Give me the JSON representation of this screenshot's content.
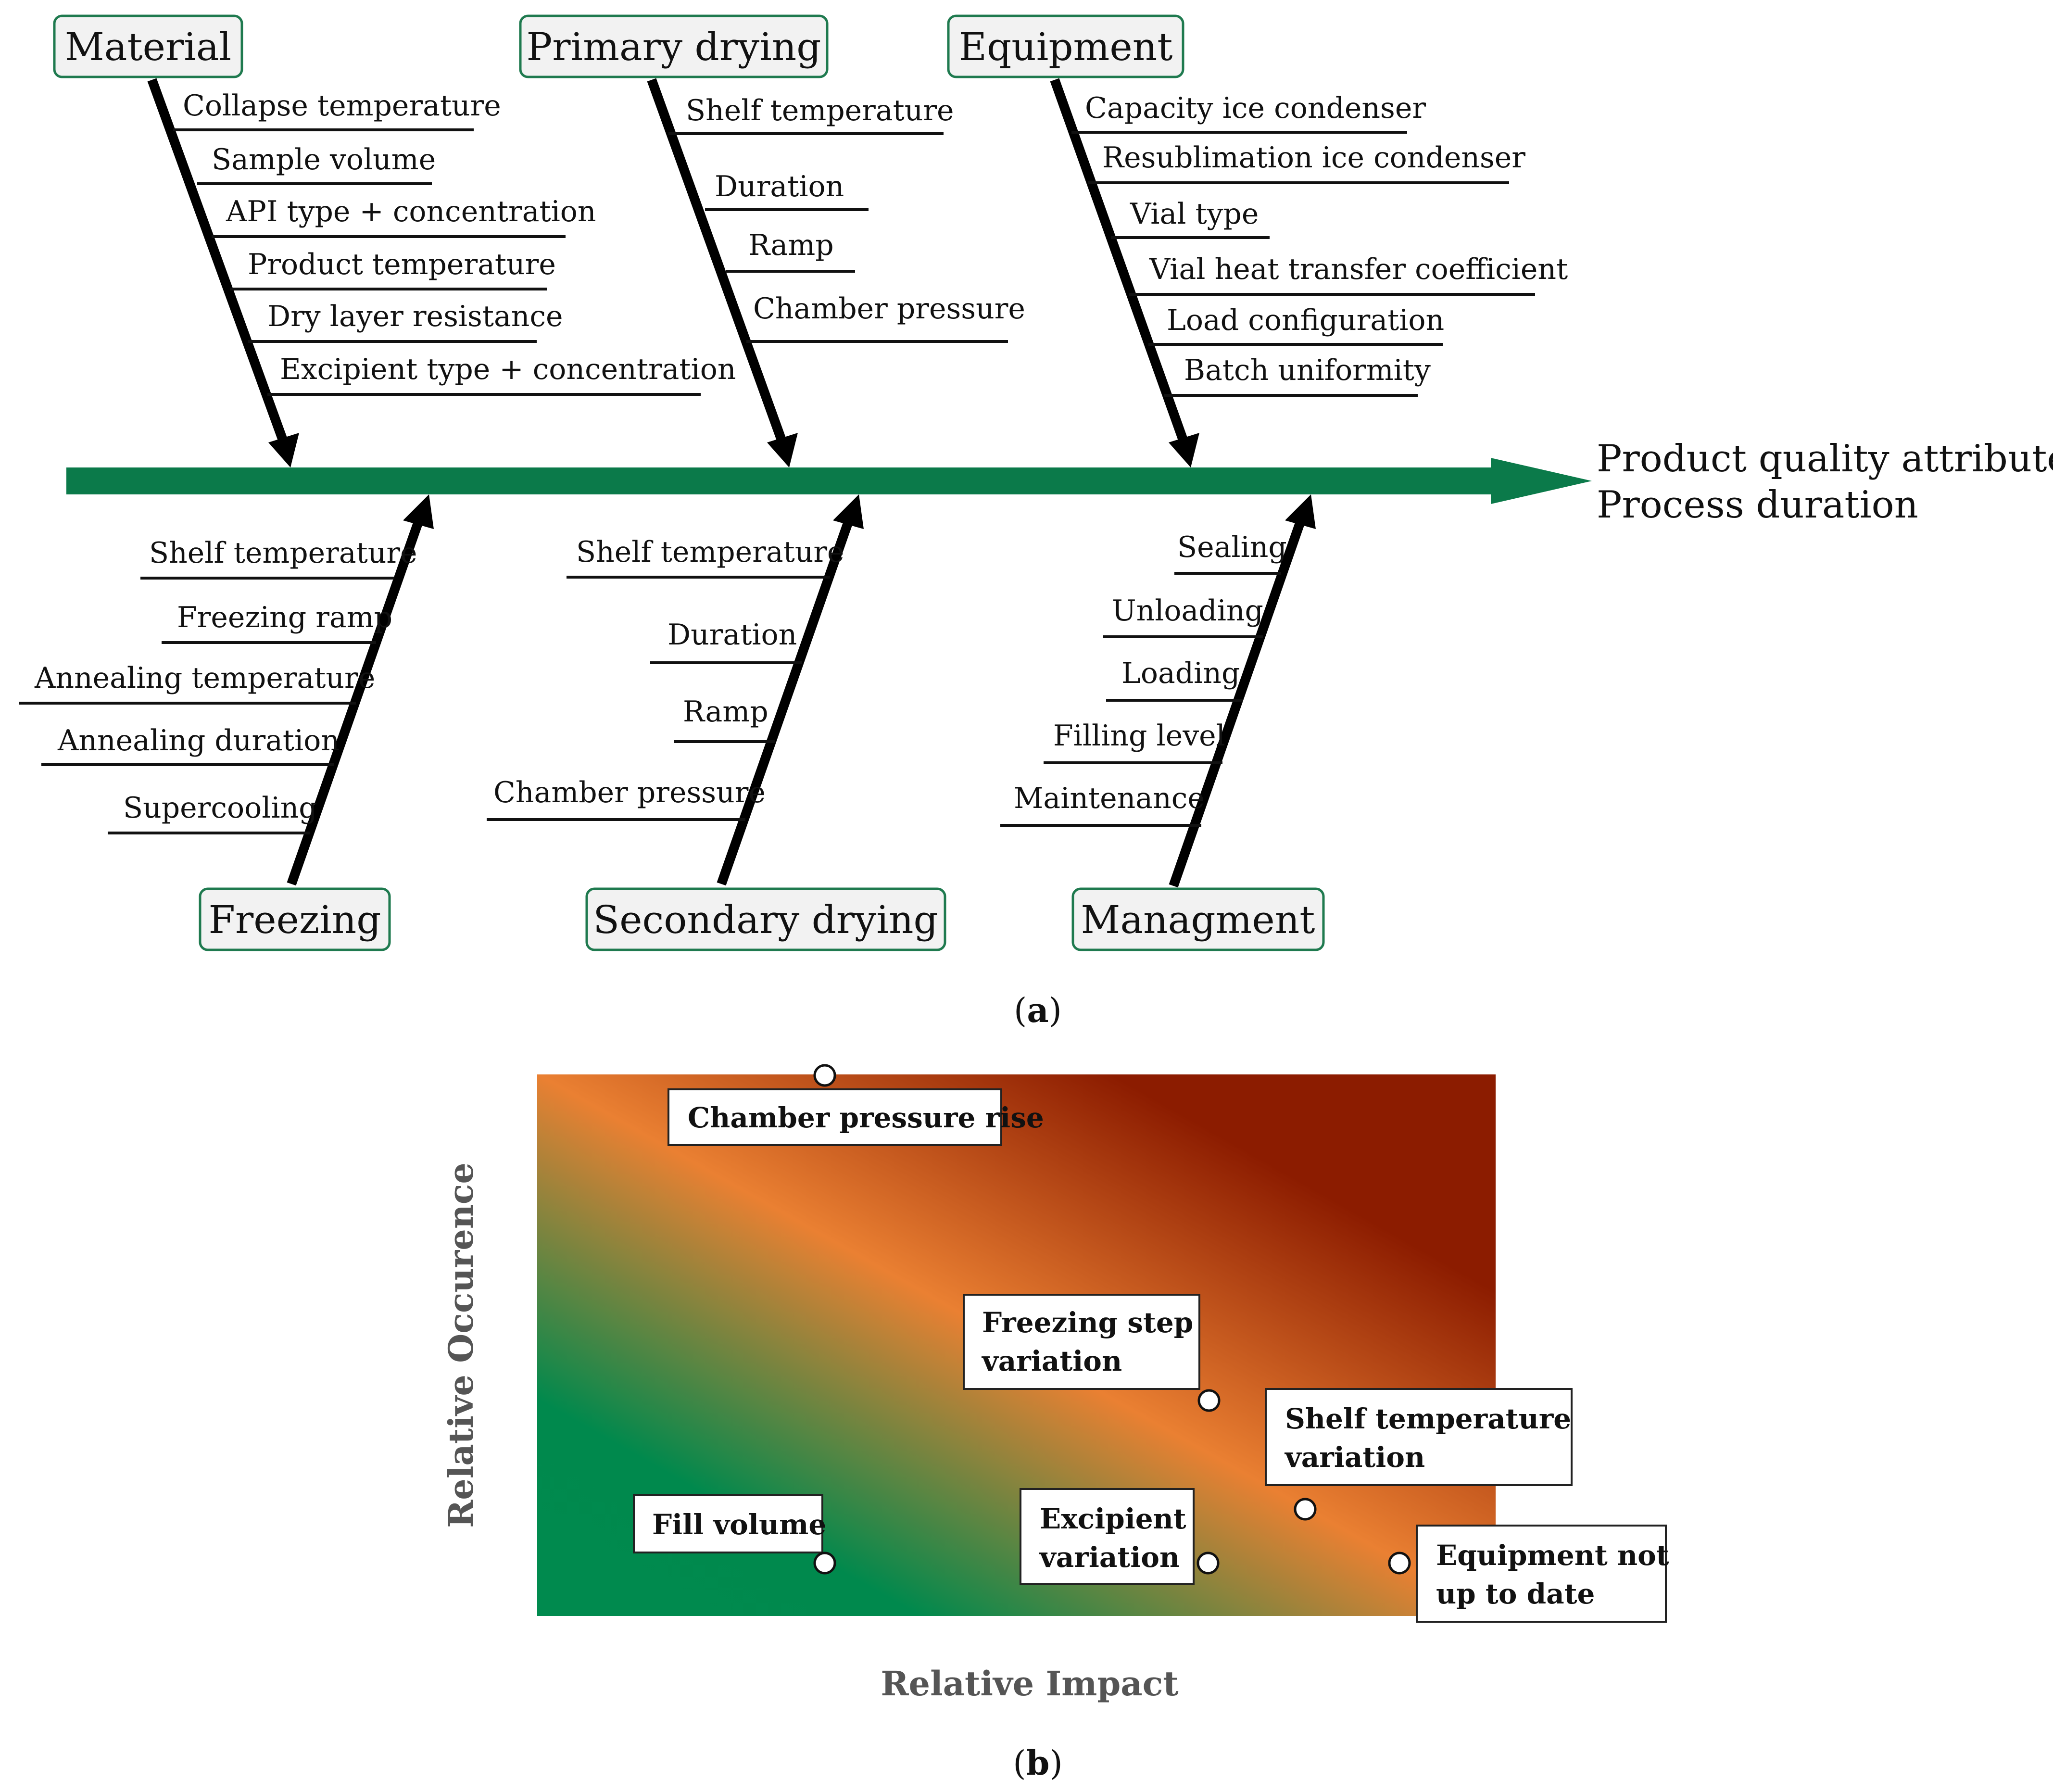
{
  "fishbone": {
    "effect": {
      "line1": "Product quality attributes",
      "line2": "Process duration"
    },
    "categories": {
      "material": {
        "label": "Material",
        "causes": [
          "Collapse temperature",
          "Sample volume",
          "API type + concentration",
          "Product temperature",
          "Dry layer resistance",
          "Excipient type + concentration"
        ]
      },
      "primary_drying": {
        "label": "Primary drying",
        "causes": [
          "Shelf temperature",
          "Duration",
          "Ramp",
          "Chamber pressure"
        ]
      },
      "equipment": {
        "label": "Equipment",
        "causes": [
          "Capacity ice condenser",
          "Resublimation ice condenser",
          "Vial type",
          "Vial heat transfer coefficient",
          "Load configuration",
          "Batch uniformity"
        ]
      },
      "freezing": {
        "label": "Freezing",
        "causes": [
          "Shelf temperature",
          "Freezing ramp",
          "Annealing temperature",
          "Annealing duration",
          "Supercooling"
        ]
      },
      "secondary_drying": {
        "label": "Secondary drying",
        "causes": [
          "Shelf temperature",
          "Duration",
          "Ramp",
          "Chamber pressure"
        ]
      },
      "managment": {
        "label": "Managment",
        "causes": [
          "Sealing",
          "Unloading",
          "Loading",
          "Filling level",
          "Maintenance"
        ]
      }
    },
    "colors": {
      "spine": "#0b7a4a",
      "box_border": "#1f7a4f",
      "box_fill": "#f2f2f2"
    }
  },
  "panel_a_label": {
    "open": "(",
    "letter": "a",
    "close": ")"
  },
  "panel_b_label": {
    "open": "(",
    "letter": "b",
    "close": ")"
  },
  "risk_matrix": {
    "x_axis_label": "Relative Impact",
    "y_axis_label": "Relative Occurence",
    "gradient_colors": {
      "low": "#008a4e",
      "mid": "#ea8032",
      "high": "#8c1c00"
    },
    "items": [
      {
        "id": "chamber-pressure-rise",
        "lines": [
          "Chamber pressure rise"
        ]
      },
      {
        "id": "freezing-step-variation",
        "lines": [
          "Freezing step",
          "variation"
        ]
      },
      {
        "id": "shelf-temperature-variation",
        "lines": [
          "Shelf temperature",
          "variation"
        ]
      },
      {
        "id": "fill-volume",
        "lines": [
          "Fill volume"
        ]
      },
      {
        "id": "excipient-variation",
        "lines": [
          "Excipient",
          "variation"
        ]
      },
      {
        "id": "equipment-not-up-to-date",
        "lines": [
          "Equipment not",
          "up to date"
        ]
      }
    ]
  }
}
